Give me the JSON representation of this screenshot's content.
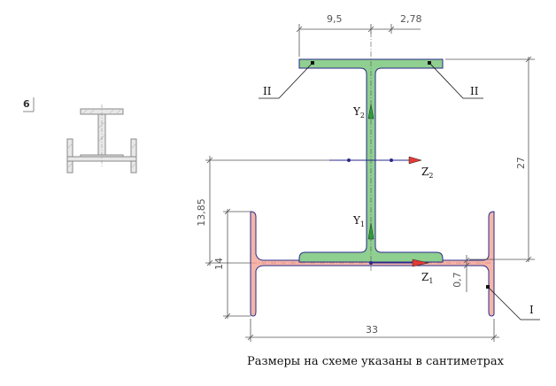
{
  "variant_number": "6",
  "dimensions": {
    "top_width": "9,5",
    "top_offset": "2,78",
    "height_27": "27",
    "height_13_85": "13,85",
    "height_14": "14",
    "thickness_0_7": "0,7",
    "width_33": "33"
  },
  "labels": {
    "section_I": "I",
    "section_II_left": "II",
    "section_II_right": "II",
    "axis_y2": "Y",
    "axis_y2_sub": "2",
    "axis_z2": "Z",
    "axis_z2_sub": "2",
    "axis_y1": "Y",
    "axis_y1_sub": "1",
    "axis_z1": "Z",
    "axis_z1_sub": "1"
  },
  "caption": "Размеры на схеме указаны в сантиметрах",
  "colors": {
    "beam_fill": "#8fcf8f",
    "channel_fill": "#f4b6a8",
    "outline": "#2a2a8a",
    "arrow_red": "#e53935",
    "arrow_green": "#2e9e3e",
    "dim_line": "#555555"
  }
}
